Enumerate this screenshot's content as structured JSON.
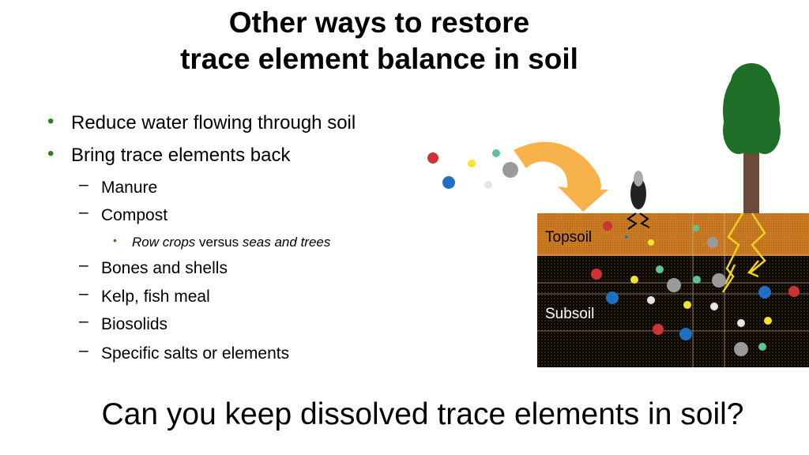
{
  "title": {
    "line1": "Other ways to restore",
    "line2": "trace element balance in soil"
  },
  "bullets": [
    {
      "text": "Reduce water flowing through soil"
    },
    {
      "text": "Bring trace elements back"
    }
  ],
  "sub_bullets": [
    "Manure",
    "Compost",
    "Bones and shells",
    "Kelp, fish meal",
    "Biosolids",
    "Specific salts or elements"
  ],
  "sub_sub_bullet": {
    "italic1": "Row crops",
    "mid": " versus ",
    "italic2": "seas and trees"
  },
  "bullet_glyph": "•",
  "dash_glyph": "–",
  "diagram": {
    "topsoil_label": "Topsoil",
    "subsoil_label": "Subsoil"
  },
  "question": "Can you keep dissolved trace elements in soil?",
  "colors": {
    "topsoil": "#c97a22",
    "subsoil": "#0d0a08",
    "arrow": "#f7b24a",
    "red": "#cc3333",
    "blue": "#1f6fc4",
    "yellow": "#f4e430",
    "green": "#5cc494",
    "gray": "#9a9a9a",
    "white": "#e6e6e6"
  }
}
